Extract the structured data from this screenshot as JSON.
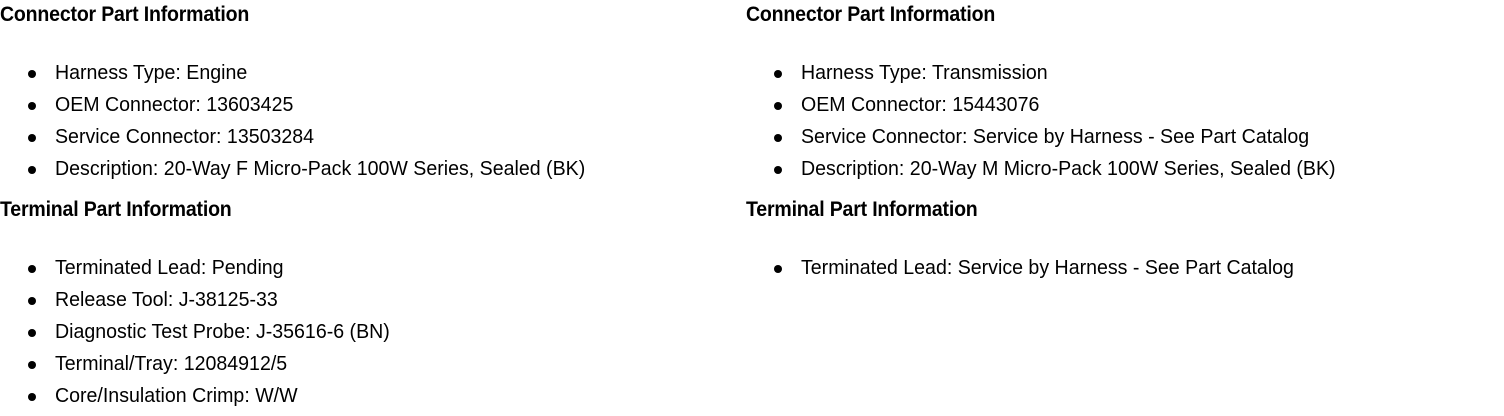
{
  "document": {
    "columns": [
      {
        "id": "left",
        "connector_section": {
          "heading": "Connector Part Information",
          "items": [
            "Harness Type: Engine",
            "OEM Connector: 13603425",
            "Service Connector: 13503284",
            "Description: 20-Way F Micro-Pack 100W Series, Sealed (BK)"
          ]
        },
        "terminal_section": {
          "heading": "Terminal Part Information",
          "items": [
            "Terminated Lead: Pending",
            "Release Tool: J-38125-33",
            "Diagnostic Test Probe: J-35616-6 (BN)",
            "Terminal/Tray: 12084912/5",
            "Core/Insulation Crimp: W/W"
          ]
        }
      },
      {
        "id": "right",
        "connector_section": {
          "heading": "Connector Part Information",
          "items": [
            "Harness Type: Transmission",
            "OEM Connector: 15443076",
            "Service Connector: Service by Harness - See Part Catalog",
            "Description: 20-Way M Micro-Pack 100W Series, Sealed (BK)"
          ]
        },
        "terminal_section": {
          "heading": "Terminal Part Information",
          "items": [
            "Terminated Lead: Service by Harness - See Part Catalog"
          ]
        }
      }
    ]
  },
  "colors": {
    "text": "#000000",
    "background": "#ffffff"
  }
}
